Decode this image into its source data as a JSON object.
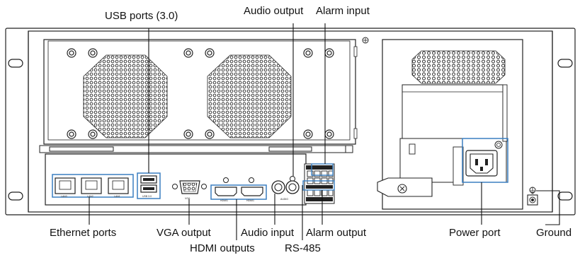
{
  "labels": {
    "usb_ports": "USB ports (3.0)",
    "audio_output": "Audio output",
    "alarm_input": "Alarm input",
    "ethernet_ports": "Ethernet ports",
    "vga_output": "VGA output",
    "hdmi_outputs": "HDMI outputs",
    "audio_input": "Audio input",
    "rs485": "RS-485",
    "alarm_output": "Alarm output",
    "power_port": "Power port",
    "ground": "Ground"
  },
  "port_marks": {
    "lan1": "LAN3",
    "lan2": "LAN2",
    "lan3": "LAN1",
    "usb": "USB 3.0",
    "vga": "VGA",
    "hdmi1": "HDMI1",
    "hdmi2": "HDMI1",
    "audio": "AUDIO"
  },
  "colors": {
    "callout_blue": "#3a7fc1",
    "line_black": "#111111"
  }
}
